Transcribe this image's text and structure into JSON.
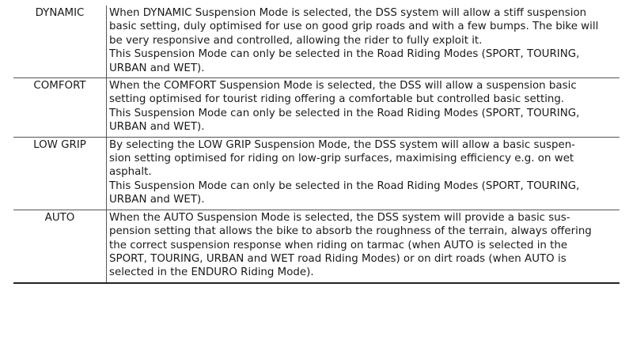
{
  "rows": [
    {
      "mode": "DYNAMIC",
      "lines": [
        "When DYNAMIC Suspension Mode is selected, the DSS system will allow a stiff suspension",
        "basic setting, duly optimised for use on good grip roads and with a few bumps. The bike will",
        "be very responsive and controlled, allowing the rider to fully exploit it.",
        "This Suspension Mode can only be selected in the Road Riding Modes (SPORT, TOURING,",
        "URBAN and WET)."
      ]
    },
    {
      "mode": "COMFORT",
      "lines": [
        "When the COMFORT Suspension Mode is selected, the DSS will allow a suspension basic",
        "setting optimised for tourist riding offering a comfortable but controlled basic setting.",
        "This Suspension Mode can only be selected in the Road Riding Modes (SPORT, TOURING,",
        "URBAN and WET)."
      ]
    },
    {
      "mode": "LOW GRIP",
      "lines": [
        "By selecting the LOW GRIP Suspension Mode, the DSS system will allow a basic suspen-",
        "sion setting optimised for riding on low-grip surfaces, maximising efficiency e.g. on wet",
        "asphalt.",
        "This Suspension Mode can only be selected in the Road Riding Modes (SPORT, TOURING,",
        "URBAN and WET)."
      ]
    },
    {
      "mode": "AUTO",
      "lines": [
        "When the AUTO Suspension Mode is selected, the DSS system will provide a basic sus-",
        "pension setting that allows the bike to absorb the roughness of the terrain, always offering",
        "the correct suspension response when riding on tarmac (when AUTO is selected in the",
        "SPORT, TOURING, URBAN and WET road Riding Modes) or on dirt roads (when AUTO is",
        "selected in the ENDURO Riding Mode)."
      ]
    }
  ]
}
